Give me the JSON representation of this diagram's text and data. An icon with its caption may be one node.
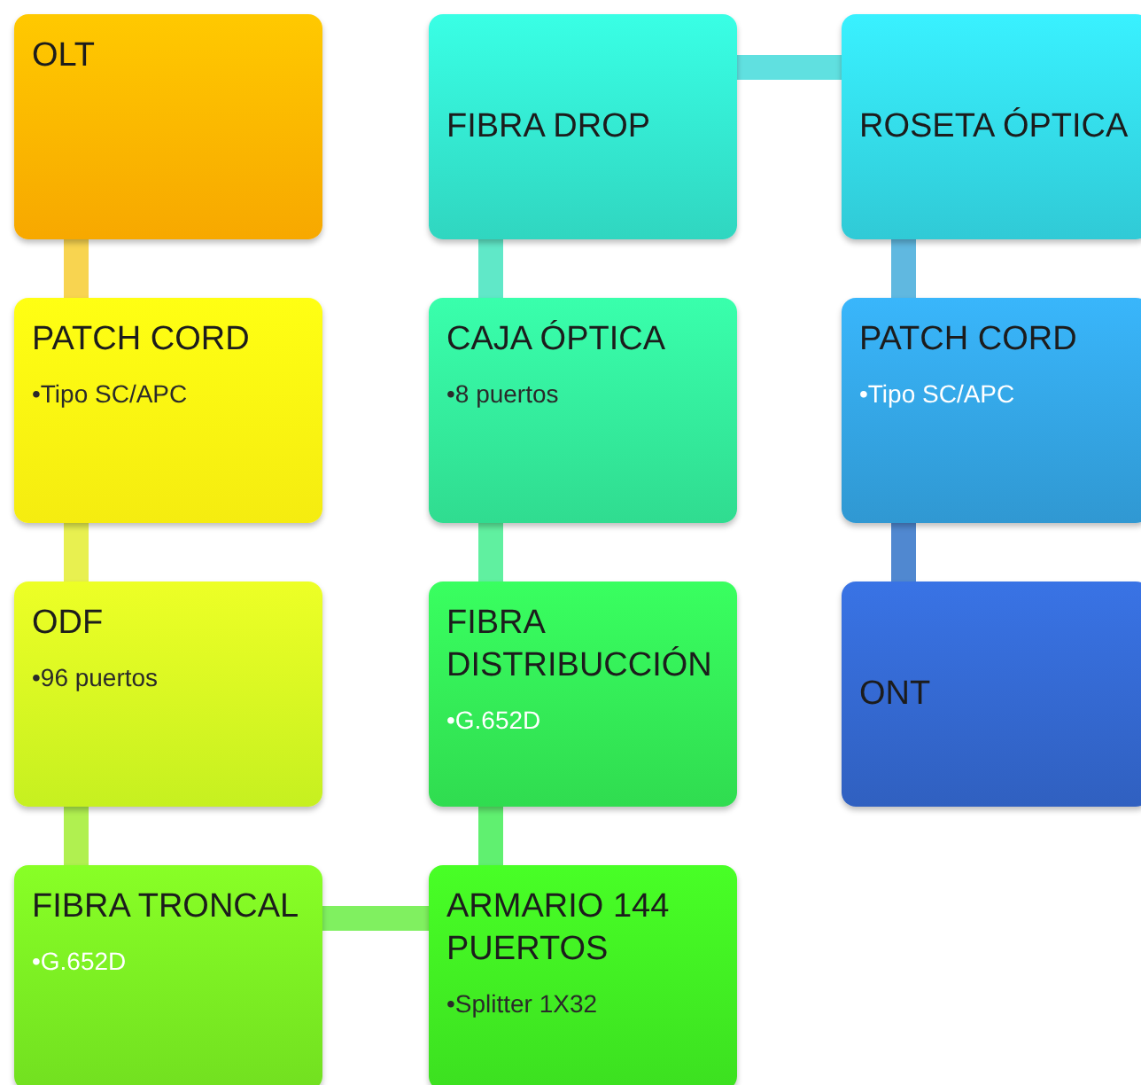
{
  "diagram": {
    "nodes": [
      {
        "text": [
          "OLT"
        ]
      },
      {
        "text": [
          "PATCH CORD",
          "•Tipo SC/APC"
        ]
      },
      {
        "text": [
          "ODF",
          "•96 puertos"
        ]
      },
      {
        "text": [
          "FIBRA TRONCAL",
          "•G.652D"
        ]
      },
      {
        "text": [
          "ARMARIO 144 PUERTOS",
          "•Splitter 1X32"
        ]
      },
      {
        "text": [
          "FIBRA DISTRIBUCCIÓN",
          "•G.652D"
        ]
      },
      {
        "text": [
          "CAJA ÓPTICA",
          "•8 puertos"
        ]
      },
      {
        "text": [
          "FIBRA DROP"
        ]
      },
      {
        "text": [
          "ROSETA ÓPTICA"
        ]
      },
      {
        "text": [
          "PATCH CORD",
          "•Tipo SC/APC"
        ]
      },
      {
        "text": [
          "ONT"
        ]
      }
    ],
    "edges": [
      {
        "from": 0,
        "to": 1,
        "arrow": "none",
        "color": "#f8d450"
      },
      {
        "from": 1,
        "to": 2,
        "arrow": "none",
        "color": "#e8f050"
      },
      {
        "from": 2,
        "to": 3,
        "arrow": "none",
        "color": "#b0f050"
      },
      {
        "from": 3,
        "to": 4,
        "arrow": "none",
        "color": "#80f060"
      },
      {
        "from": 4,
        "to": 5,
        "arrow": "none",
        "color": "#60f070"
      },
      {
        "from": 5,
        "to": 6,
        "arrow": "none",
        "color": "#60f0a0"
      },
      {
        "from": 6,
        "to": 7,
        "arrow": "none",
        "color": "#60e8c8"
      },
      {
        "from": 7,
        "to": 8,
        "arrow": "none",
        "color": "#60e0e0"
      },
      {
        "from": 8,
        "to": 9,
        "arrow": "none",
        "color": "#60b8e0"
      },
      {
        "from": 9,
        "to": 10,
        "arrow": "none",
        "color": "#5088d0"
      }
    ]
  }
}
